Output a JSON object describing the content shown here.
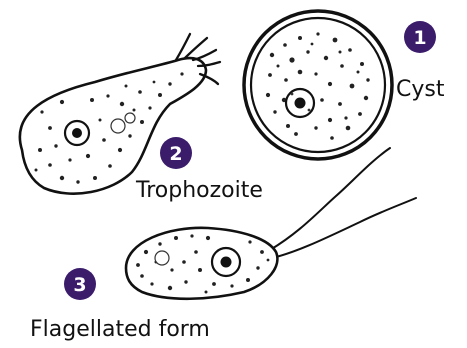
{
  "colors": {
    "badge": "#3b1c6b",
    "badge_text": "#ffffff",
    "ink": "#111111",
    "background": "#ffffff"
  },
  "stages": [
    {
      "number": "1",
      "label": "Cyst"
    },
    {
      "number": "2",
      "label": "Trophozoite"
    },
    {
      "number": "3",
      "label": "Flagellated form"
    }
  ]
}
